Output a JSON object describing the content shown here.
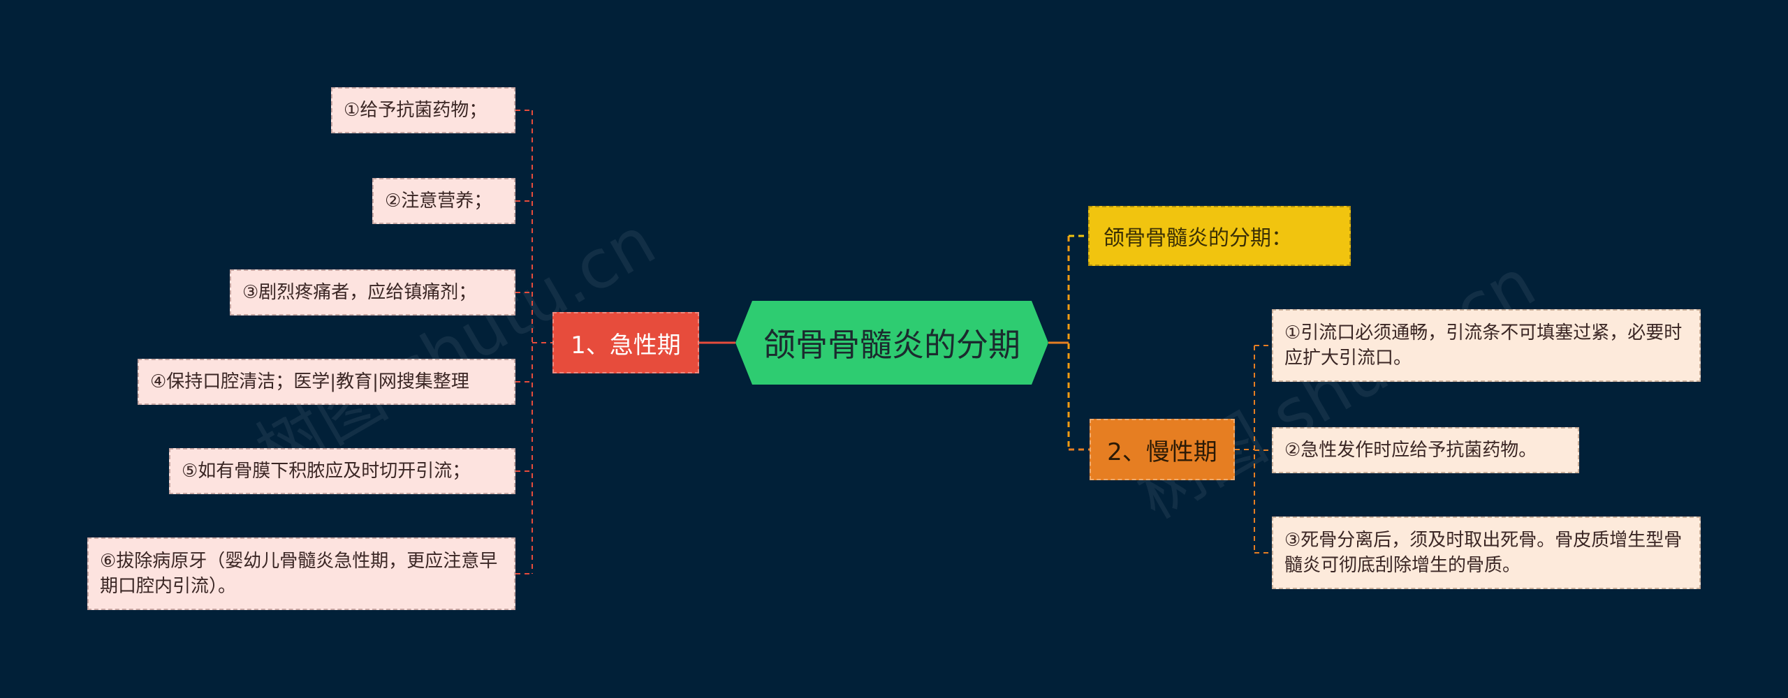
{
  "watermarks": [
    "树图 shutu.cn",
    "树图 shutu.cn"
  ],
  "center": {
    "label": "颌骨骨髓炎的分期",
    "color": "#2ecc71"
  },
  "intro": {
    "label": "颌骨骨髓炎的分期：",
    "color": "#f1c40f"
  },
  "acute": {
    "label": "1、急性期",
    "color": "#e74c3c",
    "items": [
      "①给予抗菌药物；",
      "②注意营养；",
      "③剧烈疼痛者，应给镇痛剂；",
      "④保持口腔清洁；医学|教育|网搜集整理",
      "⑤如有骨膜下积脓应及时切开引流；",
      "⑥拔除病原牙（婴幼儿骨髓炎急性期，更应注意早期口腔内引流）。"
    ]
  },
  "chronic": {
    "label": "2、慢性期",
    "color": "#e67e22",
    "items": [
      "①引流口必须通畅，引流条不可填塞过紧，必要时应扩大引流口。",
      "②急性发作时应给予抗菌药物。",
      "③死骨分离后，须及时取出死骨。骨皮质增生型骨髓炎可彻底刮除增生的骨质。"
    ]
  },
  "colors": {
    "background": "#012038",
    "acute_connector": "#e74c3c",
    "chronic_connector": "#e67e22"
  }
}
